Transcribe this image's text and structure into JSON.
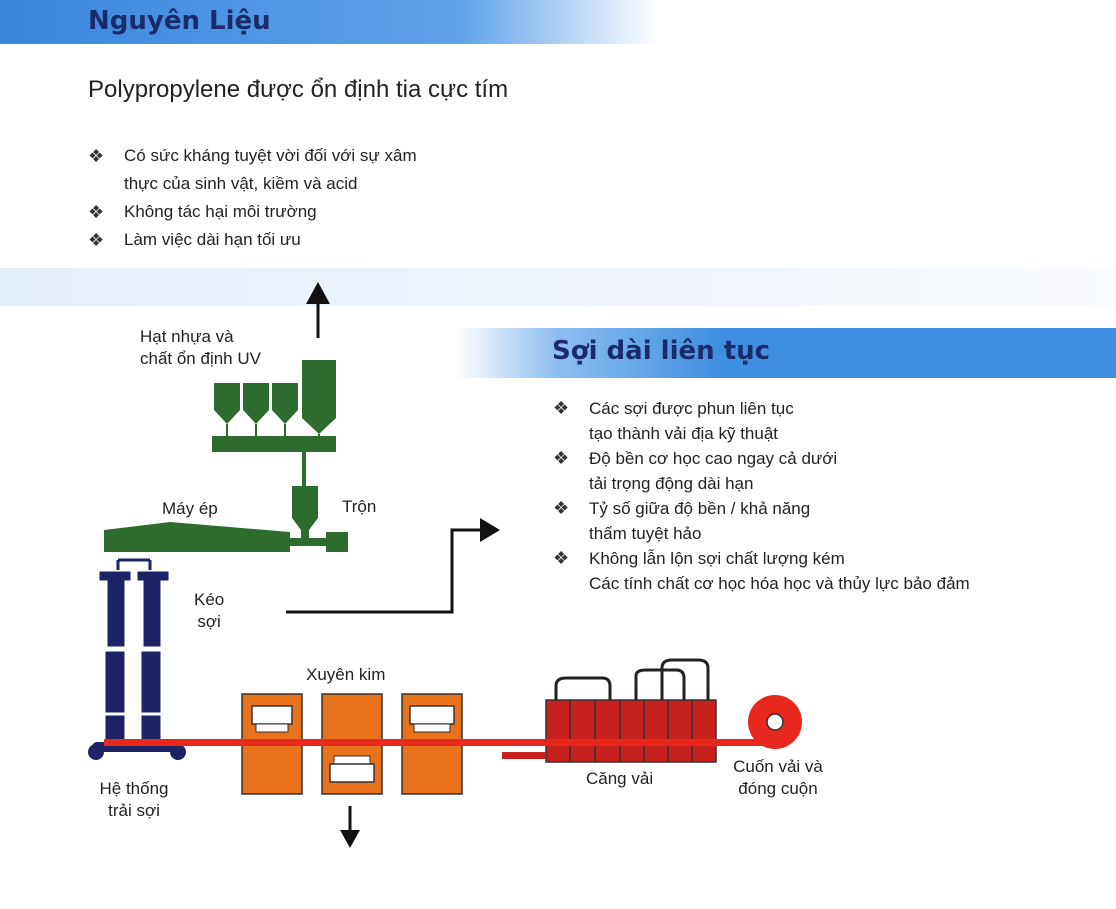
{
  "section1": {
    "title": "Nguyên Liệu",
    "subtitle": "Polypropylene được ổn định tia cực tím",
    "bullets": [
      [
        "Có sức kháng tuyệt vời đối với sự xâm",
        "thực của sinh vật, kiềm và acid"
      ],
      [
        "Không tác hại môi trường"
      ],
      [
        "Làm việc dài hạn tối ưu"
      ]
    ]
  },
  "section2": {
    "title": "Sợi dài liên tục",
    "bullets": [
      [
        "Các sợi được phun liên tục",
        "tạo thành vải địa kỹ thuật"
      ],
      [
        "Độ bền cơ học cao ngay cả dưới",
        "tải trọng động dài hạn"
      ],
      [
        "Tỷ số giữa độ bền / khả năng",
        "thấm tuyệt hảo"
      ],
      [
        "Không lẫn lộn sợi chất lượng kém",
        "Các tính chất cơ học hóa học và thủy lực bảo đảm"
      ]
    ]
  },
  "diagram": {
    "labels": {
      "hopper": [
        "Hạt nhựa và",
        "chất ổn định UV"
      ],
      "extruder": "Máy ép",
      "mixer": "Trộn",
      "drawing": [
        "Kéo",
        "sợi"
      ],
      "needling": "Xuyên kim",
      "spreading": [
        "Hệ thống",
        "trải sợi"
      ],
      "tension": "Căng vải",
      "roll": [
        "Cuốn vải và",
        "đóng cuộn"
      ]
    },
    "colors": {
      "band_blue": "#3f8fe0",
      "green": "#2e6b2e",
      "navy": "#1c2466",
      "orange": "#e8731c",
      "red": "#c8201c",
      "sheet": "#e8281c"
    }
  },
  "bullet_glyph": "❖"
}
